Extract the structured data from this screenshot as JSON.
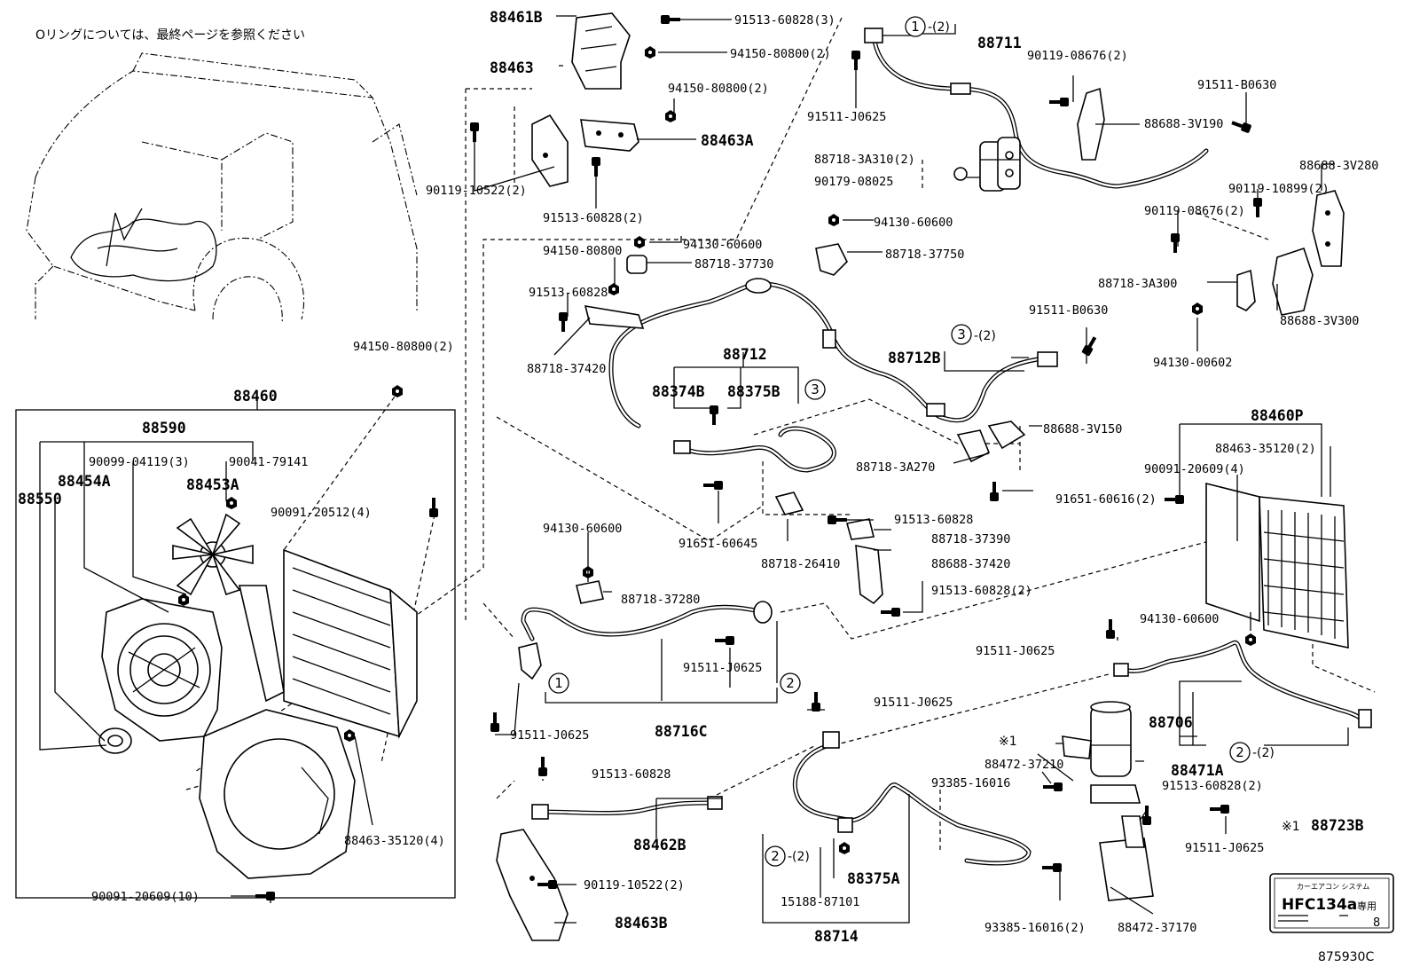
{
  "note_top": "Oリングについては、最終ページを参照ください",
  "diagram_ref": "875930C",
  "label_plate": {
    "heading": "カーエアコン システム",
    "main": "HFC134a",
    "suffix": "専用",
    "bottom_right": "8"
  },
  "circle_markers": [
    "1",
    "2",
    "3"
  ],
  "asterisk_note": "※1",
  "labels": {
    "p88461B": "88461B",
    "p91513_60828_3": "91513-60828(3)",
    "p94150_80800_2a": "94150-80800(2)",
    "p88463": "88463",
    "p94150_80800_2b": "94150-80800(2)",
    "p88463A": "88463A",
    "p90119_10522_2a": "90119-10522(2)",
    "p91513_60828_2a": "91513-60828(2)",
    "p88711": "88711",
    "p88711_qty": "-(2)",
    "p90119_08676_2a": "90119-08676(2)",
    "p91511_J0625_a": "91511-J0625",
    "p91511_B0630_a": "91511-B0630",
    "p88688_3V190": "88688-3V190",
    "p88718_3A310_2": "88718-3A310(2)",
    "p90179_08025": "90179-08025",
    "p88688_3V280": "88688-3V280",
    "p90119_10899_2": "90119-10899(2)",
    "p90119_08676_2b": "90119-08676(2)",
    "p94130_60600_a": "94130-60600",
    "p88718_37750": "88718-37750",
    "p94150_80800_c": "94150-80800",
    "p94130_60600_b": "94130-60600",
    "p88718_37730": "88718-37730",
    "p91513_60828_a": "91513-60828",
    "p88718_3A300": "88718-3A300",
    "p88688_3V300": "88688-3V300",
    "p91511_B0630_b": "91511-B0630",
    "p88712B": "88712B",
    "p88712B_qty": "-(2)",
    "p94130_00602": "94130-00602",
    "p88718_37420": "88718-37420",
    "p88712": "88712",
    "p88374B": "88374B",
    "p88375B": "88375B",
    "p94150_80800_2c": "94150-80800(2)",
    "p88460": "88460",
    "p88590": "88590",
    "p90099_04119_3": "90099-04119(3)",
    "p90041_79141": "90041-79141",
    "p88454A": "88454A",
    "p88550": "88550",
    "p88453A": "88453A",
    "p90091_20512_4": "90091-20512(4)",
    "p88688_3V150": "88688-3V150",
    "p88460P": "88460P",
    "p88463_35120_2": "88463-35120(2)",
    "p90091_20609_4": "90091-20609(4)",
    "p88718_3A270": "88718-3A270",
    "p91651_60616_2": "91651-60616(2)",
    "p91651_60645": "91651-60645",
    "p91513_60828_b": "91513-60828",
    "p94130_60600_c": "94130-60600",
    "p88718_37390": "88718-37390",
    "p88718_26410": "88718-26410",
    "p88688_37420": "88688-37420",
    "p91513_60828_2b": "91513-60828(2)",
    "p88718_37280": "88718-37280",
    "p94130_60600_d": "94130-60600",
    "p91511_J0625_b": "91511-J0625",
    "p91511_J0625_c": "91511-J0625",
    "p91511_J0625_d": "91511-J0625",
    "p91511_J0625_e": "91511-J0625",
    "p88716C": "88716C",
    "p88706": "88706",
    "p88706_qty": "-(2)",
    "p88472_37210": "88472-37210",
    "p88471A": "88471A",
    "p93385_16016": "93385-16016",
    "p91513_60828_2c": "91513-60828(2)",
    "p91513_60828_c": "91513-60828",
    "p88463_35120_4": "88463-35120(4)",
    "p88462B": "88462B",
    "p90119_10522_2b": "90119-10522(2)",
    "p90091_20609_10": "90091-20609(10)",
    "p88463B": "88463B",
    "p88714_qty": "-(2)",
    "p88375A": "88375A",
    "p15188_87101": "15188-87101",
    "p88714": "88714",
    "p91511_J0625_f": "91511-J0625",
    "p93385_16016_2": "93385-16016(2)",
    "p88472_37170": "88472-37170",
    "p88723B": "88723B",
    "p88723B_mark": "※1"
  }
}
